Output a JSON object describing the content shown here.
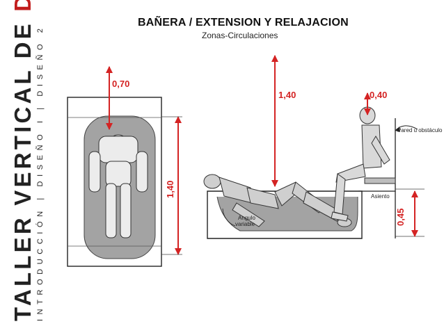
{
  "sidebar": {
    "title_part1": "TALLER VERTICAL DE ",
    "title_part2": "DISEÑO",
    "subtitle": "INTRODUCCIÓN | DISEÑO I | DISEÑO 2"
  },
  "header": {
    "title": "BAÑERA / EXTENSION Y RELAJACION",
    "subtitle": "Zonas-Circulaciones"
  },
  "dimensions": {
    "plan_head": "0,70",
    "plan_length": "1,40",
    "elevation_height": "1,40",
    "seat_clearance": "0,40",
    "seat_height": "0,45"
  },
  "annotations": {
    "wall": "Pared u obstáculo",
    "seat": "Asiento",
    "angle_line1": "Angulo",
    "angle_line2": "variable"
  },
  "colors": {
    "dimension_red": "#d42323",
    "sidebar_red": "#c21d1d",
    "tub_gray": "#9a9a9a"
  }
}
